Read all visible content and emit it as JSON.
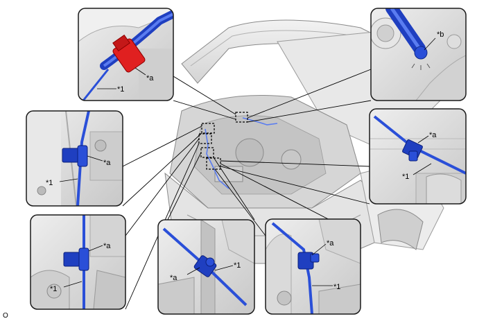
{
  "colors": {
    "hose": "#2a4fd8",
    "hose_light": "#5a7cf0",
    "clamp_blue": "#1f3fc0",
    "clamp_red": "#e02020",
    "panel_bg": "#dcdcdc",
    "panel_border": "#1a1a1a",
    "car_line": "#8a8a8a"
  },
  "labels": {
    "a": "*a",
    "b": "*b",
    "one": "*1"
  },
  "footer": {
    "code": "O"
  },
  "callouts": [
    {
      "id": "top-left",
      "labels": [
        "a",
        "one"
      ],
      "clamp": "red"
    },
    {
      "id": "top-right",
      "labels": [
        "b"
      ],
      "clamp": "none"
    },
    {
      "id": "mid-left",
      "labels": [
        "a",
        "one"
      ],
      "clamp": "blue"
    },
    {
      "id": "mid-right",
      "labels": [
        "a",
        "one"
      ],
      "clamp": "blue"
    },
    {
      "id": "bottom-left",
      "labels": [
        "a",
        "one"
      ],
      "clamp": "blue"
    },
    {
      "id": "bottom-center",
      "labels": [
        "a",
        "one"
      ],
      "clamp": "blue"
    },
    {
      "id": "bottom-right",
      "labels": [
        "a",
        "one"
      ],
      "clamp": "blue"
    }
  ]
}
